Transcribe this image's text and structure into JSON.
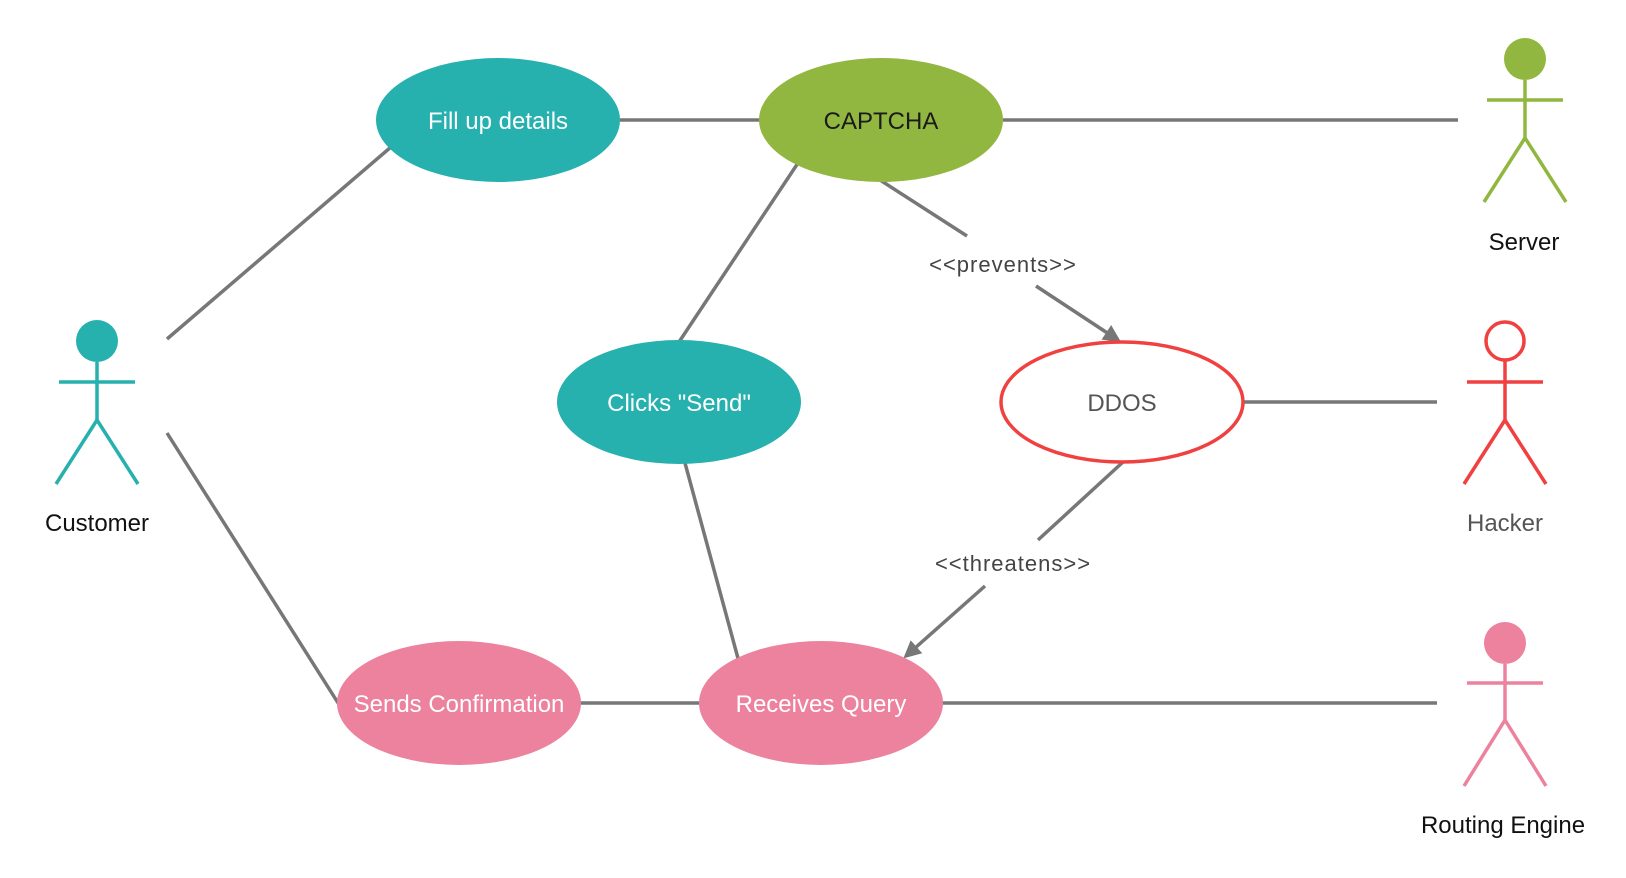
{
  "colors": {
    "teal": "#26B0AE",
    "green": "#92B740",
    "red": "#F04040",
    "pink": "#EC829D",
    "line": "#777777"
  },
  "actors": {
    "customer": {
      "label": "Customer",
      "color": "#26B0AE",
      "label_color": "#111111",
      "head": "filled"
    },
    "server": {
      "label": "Server",
      "color": "#92B740",
      "label_color": "#111111",
      "head": "filled"
    },
    "hacker": {
      "label": "Hacker",
      "color": "#F04040",
      "label_color": "#555555",
      "head": "outline"
    },
    "routing_engine": {
      "label": "Routing Engine",
      "color": "#EC829D",
      "label_color": "#111111",
      "head": "filled"
    }
  },
  "use_cases": {
    "fill_up_details": {
      "label": "Fill up details",
      "fill": "#26B0AE",
      "text_color": "#ffffff"
    },
    "captcha": {
      "label": "CAPTCHA",
      "fill": "#92B740",
      "text_color": "#1a1a1a"
    },
    "clicks_send": {
      "label": "Clicks \"Send\"",
      "fill": "#26B0AE",
      "text_color": "#ffffff"
    },
    "ddos": {
      "label": "DDOS",
      "fill": "#ffffff",
      "stroke": "#F04040",
      "text_color": "#555555"
    },
    "sends_confirmation": {
      "label": "Sends Confirmation",
      "fill": "#EC829D",
      "text_color": "#ffffff"
    },
    "receives_query": {
      "label": "Receives Query",
      "fill": "#EC829D",
      "text_color": "#ffffff"
    }
  },
  "relations": {
    "prevents": "<<prevents>>",
    "threatens": "<<threatens>>"
  }
}
